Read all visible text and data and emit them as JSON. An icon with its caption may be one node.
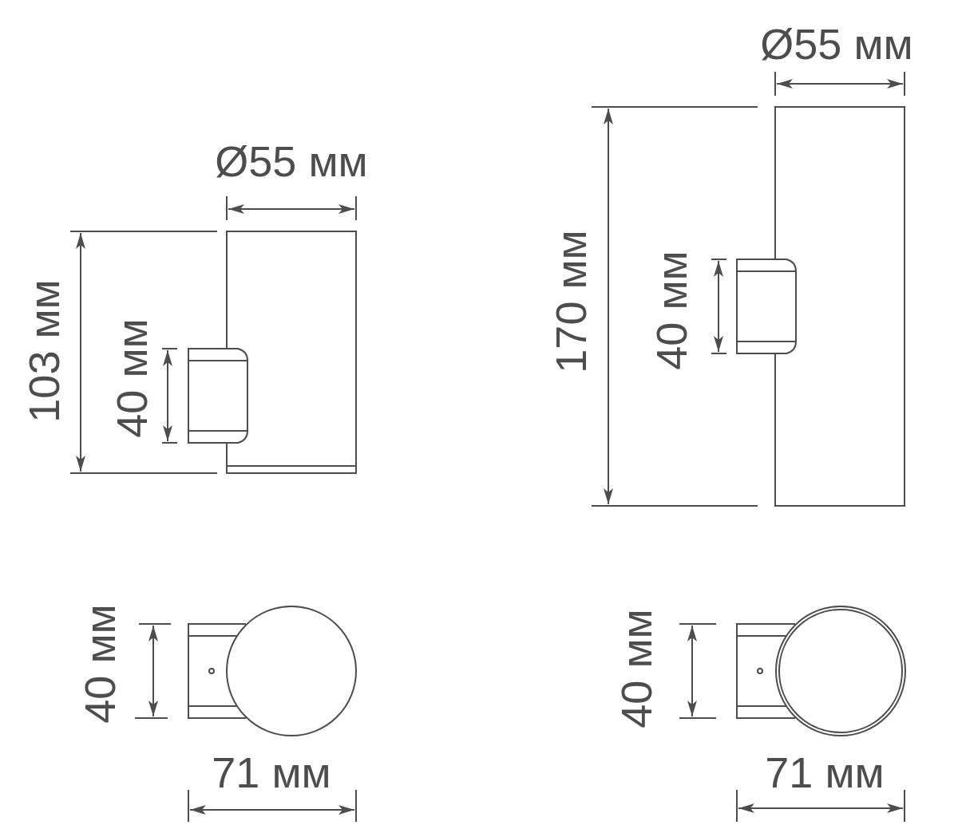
{
  "diagram": {
    "labels": [
      "Ø55 мм",
      "Ø55 мм",
      "170 мм",
      "40 мм",
      "103 мм",
      "40 мм",
      "40 мм",
      "71 мм",
      "40 мм",
      "71 мм"
    ]
  }
}
